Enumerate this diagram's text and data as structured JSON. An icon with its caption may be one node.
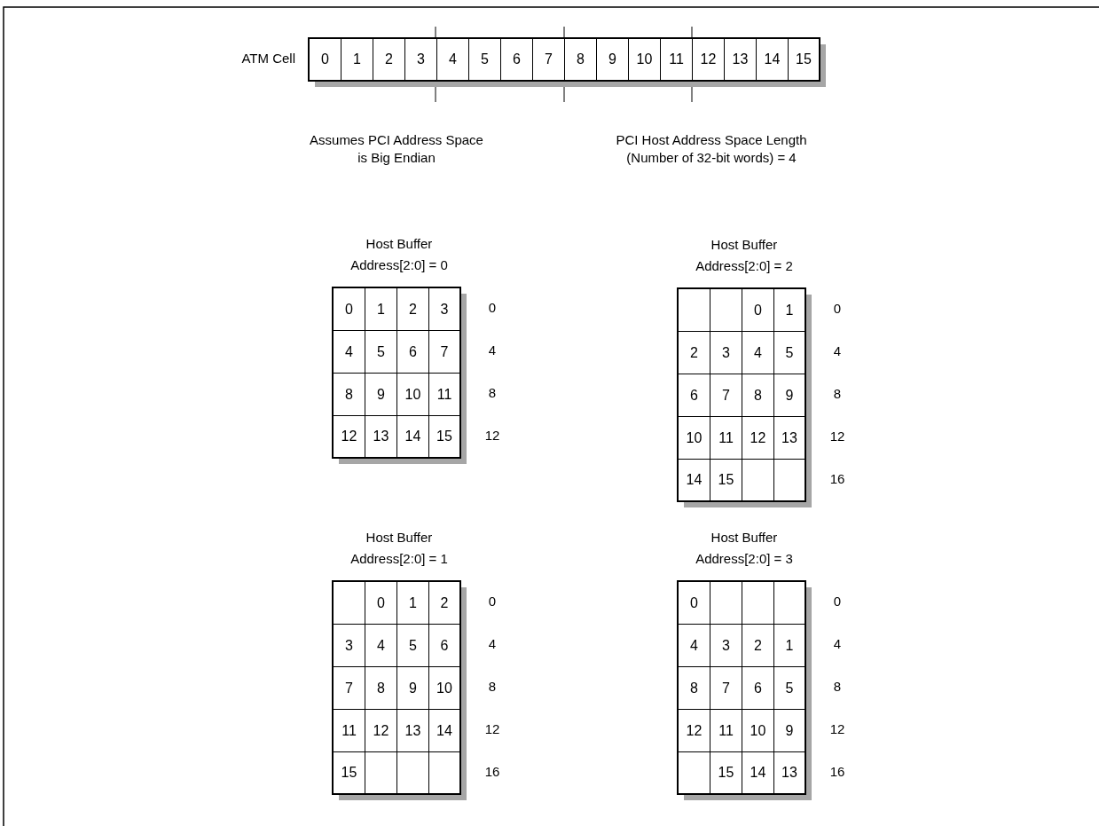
{
  "diagram": {
    "nodes": [
      {
        "text": [
          "ATM Cell"
        ]
      },
      {
        "text": [
          "0"
        ],
        "in": 0
      },
      {
        "text": [
          "1"
        ],
        "in": 0
      },
      {
        "text": [
          "2"
        ],
        "in": 0
      },
      {
        "text": [
          "3"
        ],
        "in": 0
      },
      {
        "text": [
          "4"
        ],
        "in": 0
      },
      {
        "text": [
          "5"
        ],
        "in": 0
      },
      {
        "text": [
          "6"
        ],
        "in": 0
      },
      {
        "text": [
          "7"
        ],
        "in": 0
      },
      {
        "text": [
          "8"
        ],
        "in": 0
      },
      {
        "text": [
          "9"
        ],
        "in": 0
      },
      {
        "text": [
          "10"
        ],
        "in": 0
      },
      {
        "text": [
          "11"
        ],
        "in": 0
      },
      {
        "text": [
          "12"
        ],
        "in": 0
      },
      {
        "text": [
          "13"
        ],
        "in": 0
      },
      {
        "text": [
          "14"
        ],
        "in": 0
      },
      {
        "text": [
          "15"
        ],
        "in": 0
      },
      {
        "text": [
          "Host Buffer Address[2:0] = 0"
        ],
        "beside": [
          "0",
          "4",
          "8",
          "12"
        ]
      },
      {
        "text": [
          "0"
        ],
        "in": 17
      },
      {
        "text": [
          "1"
        ],
        "in": 17
      },
      {
        "text": [
          "2"
        ],
        "in": 17
      },
      {
        "text": [
          "3"
        ],
        "in": 17
      },
      {
        "text": [
          "4"
        ],
        "in": 17
      },
      {
        "text": [
          "5"
        ],
        "in": 17
      },
      {
        "text": [
          "6"
        ],
        "in": 17
      },
      {
        "text": [
          "7"
        ],
        "in": 17
      },
      {
        "text": [
          "8"
        ],
        "in": 17
      },
      {
        "text": [
          "9"
        ],
        "in": 17
      },
      {
        "text": [
          "10"
        ],
        "in": 17
      },
      {
        "text": [
          "11"
        ],
        "in": 17
      },
      {
        "text": [
          "12"
        ],
        "in": 17
      },
      {
        "text": [
          "13"
        ],
        "in": 17
      },
      {
        "text": [
          "14"
        ],
        "in": 17
      },
      {
        "text": [
          "15"
        ],
        "in": 17
      },
      {
        "text": [
          "Host Buffer Address[2:0] = 2"
        ],
        "beside": [
          "0",
          "4",
          "8",
          "12",
          "16"
        ]
      },
      {
        "text": [],
        "shape": "box",
        "in": 34
      },
      {
        "text": [],
        "shape": "box",
        "in": 34
      },
      {
        "text": [
          "0"
        ],
        "in": 34
      },
      {
        "text": [
          "1"
        ],
        "in": 34
      },
      {
        "text": [
          "2"
        ],
        "in": 34
      },
      {
        "text": [
          "3"
        ],
        "in": 34
      },
      {
        "text": [
          "4"
        ],
        "in": 34
      },
      {
        "text": [
          "5"
        ],
        "in": 34
      },
      {
        "text": [
          "6"
        ],
        "in": 34
      },
      {
        "text": [
          "7"
        ],
        "in": 34
      },
      {
        "text": [
          "8"
        ],
        "in": 34
      },
      {
        "text": [
          "9"
        ],
        "in": 34
      },
      {
        "text": [
          "10"
        ],
        "in": 34
      },
      {
        "text": [
          "11"
        ],
        "in": 34
      },
      {
        "text": [
          "12"
        ],
        "in": 34
      },
      {
        "text": [
          "13"
        ],
        "in": 34
      },
      {
        "text": [
          "14"
        ],
        "in": 34
      },
      {
        "text": [
          "15"
        ],
        "in": 34
      },
      {
        "text": [],
        "shape": "box",
        "in": 34
      },
      {
        "text": [],
        "shape": "box",
        "in": 34
      },
      {
        "text": [
          "Host Buffer Address[2:0] = 1"
        ],
        "beside": [
          "0",
          "4",
          "8",
          "12",
          "16"
        ]
      },
      {
        "text": [],
        "shape": "box",
        "in": 55
      },
      {
        "text": [
          "0"
        ],
        "in": 55
      },
      {
        "text": [
          "1"
        ],
        "in": 55
      },
      {
        "text": [
          "2"
        ],
        "in": 55
      },
      {
        "text": [
          "3"
        ],
        "in": 55
      },
      {
        "text": [
          "4"
        ],
        "in": 55
      },
      {
        "text": [
          "5"
        ],
        "in": 55
      },
      {
        "text": [
          "6"
        ],
        "in": 55
      },
      {
        "text": [
          "7"
        ],
        "in": 55
      },
      {
        "text": [
          "8"
        ],
        "in": 55
      },
      {
        "text": [
          "9"
        ],
        "in": 55
      },
      {
        "text": [
          "10"
        ],
        "in": 55
      },
      {
        "text": [
          "11"
        ],
        "in": 55
      },
      {
        "text": [
          "12"
        ],
        "in": 55
      },
      {
        "text": [
          "13"
        ],
        "in": 55
      },
      {
        "text": [
          "14"
        ],
        "in": 55
      },
      {
        "text": [
          "15"
        ],
        "in": 55
      },
      {
        "text": [],
        "shape": "box",
        "in": 55
      },
      {
        "text": [],
        "shape": "box",
        "in": 55
      },
      {
        "text": [],
        "shape": "box",
        "in": 55
      },
      {
        "text": [
          "Host Buffer Address[2:0] = 3"
        ],
        "beside": [
          "0",
          "4",
          "8",
          "12",
          "16"
        ]
      },
      {
        "text": [
          "0"
        ],
        "in": 76
      },
      {
        "text": [],
        "shape": "box",
        "in": 76
      },
      {
        "text": [],
        "shape": "box",
        "in": 76
      },
      {
        "text": [],
        "shape": "box",
        "in": 76
      },
      {
        "text": [
          "4"
        ],
        "in": 76
      },
      {
        "text": [
          "3"
        ],
        "in": 76
      },
      {
        "text": [
          "2"
        ],
        "in": 76
      },
      {
        "text": [
          "1"
        ],
        "in": 76
      },
      {
        "text": [
          "8"
        ],
        "in": 76
      },
      {
        "text": [
          "7"
        ],
        "in": 76
      },
      {
        "text": [
          "6"
        ],
        "in": 76
      },
      {
        "text": [
          "5"
        ],
        "in": 76
      },
      {
        "text": [
          "12"
        ],
        "in": 76
      },
      {
        "text": [
          "11"
        ],
        "in": 76
      },
      {
        "text": [
          "10"
        ],
        "in": 76
      },
      {
        "text": [
          "9"
        ],
        "in": 76
      },
      {
        "text": [],
        "shape": "box",
        "in": 76
      },
      {
        "text": [
          "15"
        ],
        "in": 76
      },
      {
        "text": [
          "14"
        ],
        "in": 76
      },
      {
        "text": [
          "13"
        ],
        "in": 76
      }
    ],
    "labels": [
      "Assumes PCI Address Space is Big Endian",
      "PCI Host Address Space Length (Number of 32-bit words) = 4"
    ]
  }
}
